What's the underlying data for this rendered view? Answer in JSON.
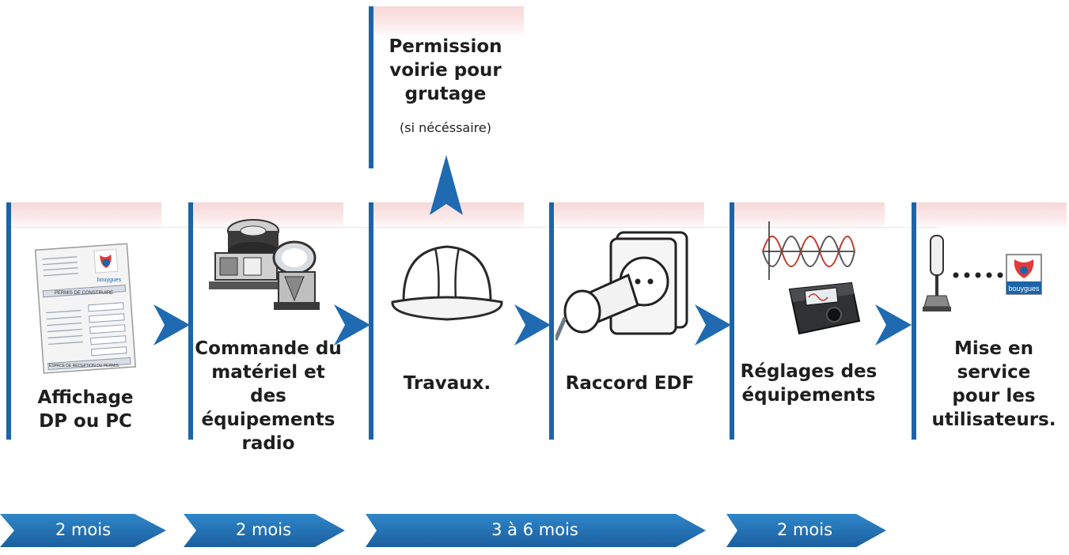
{
  "permit": {
    "title": "Permission voirie pour grutage",
    "note": "(si nécéssaire)"
  },
  "steps": [
    {
      "label": "Affichage DP ou PC",
      "icon": "permit-document-icon",
      "doc_texts": [
        "bouygues",
        "PERMIS DE CONSTRUIRE",
        "ESPACE DE RÉCEPTION DU PERMIS"
      ]
    },
    {
      "label": "Commande du matériel et des équipements radio",
      "icon": "radio-equipment-icon"
    },
    {
      "label": "Travaux.",
      "icon": "hard-hat-icon"
    },
    {
      "label": "Raccord EDF",
      "icon": "power-socket-icon"
    },
    {
      "label": "Réglages des équipements",
      "icon": "signal-meter-icon"
    },
    {
      "label": "Mise en service pour les utilisateurs.",
      "icon": "antenna-connection-icon",
      "logo_text": "bouygues"
    }
  ],
  "durations": [
    {
      "label": "2 mois"
    },
    {
      "label": "2 mois"
    },
    {
      "label": "3 à 6 mois"
    },
    {
      "label": "2 mois"
    }
  ],
  "colors": {
    "accent": "#1b64a8",
    "arrow": "#1f6ab0",
    "band": "#f7d9d9"
  }
}
